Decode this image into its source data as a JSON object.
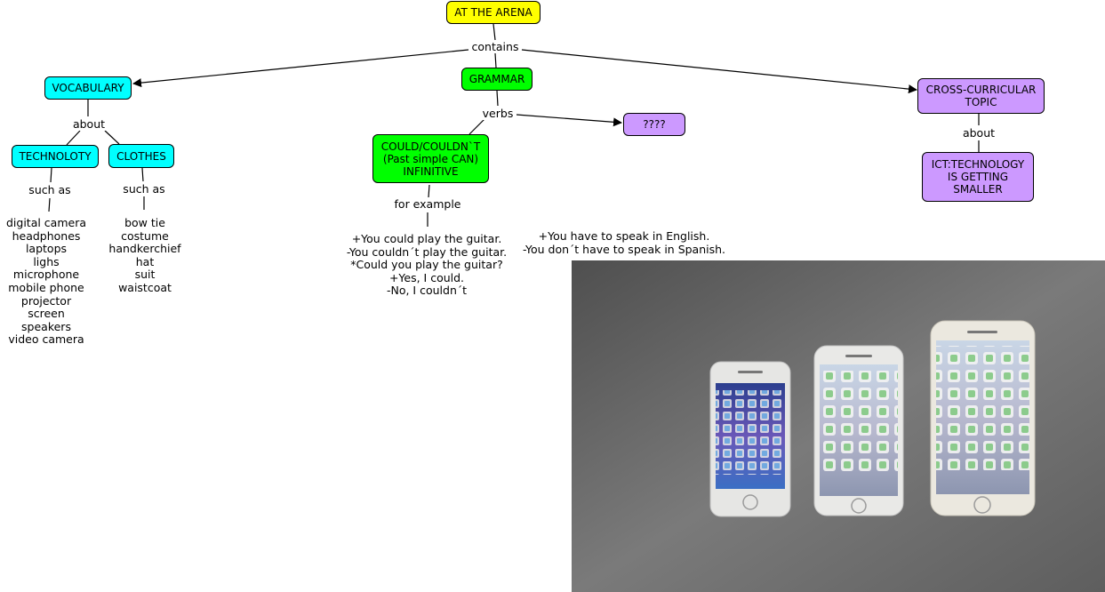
{
  "colors": {
    "root": "#ffff00",
    "vocab": "#00ffff",
    "grammar": "#00ff00",
    "cross": "#cc99ff",
    "line": "#000000"
  },
  "nodes": {
    "root": "AT THE ARENA",
    "vocabulary": "VOCABULARY",
    "grammar": "GRAMMAR",
    "cross": "CROSS-CURRICULAR\nTOPIC",
    "technology": "TECHNOLOTY",
    "clothes": "CLOTHES",
    "could": "COULD/COULDN`T\n(Past simple CAN)\nINFINITIVE",
    "unknown": "????",
    "ict": "ICT:TECHNOLOGY\nIS GETTING\nSMALLER"
  },
  "links": {
    "contains": "contains",
    "about_vocab": "about",
    "about_cross": "about",
    "such_as_tech": "such as",
    "such_as_clothes": "such as",
    "verbs": "verbs",
    "for_example": "for example"
  },
  "lists": {
    "technology": [
      "digital camera",
      "headphones",
      "laptops",
      "lighs",
      "microphone",
      "mobile phone",
      "projector",
      "screen",
      "speakers",
      "video camera"
    ],
    "clothes": [
      "bow tie",
      "costume",
      "handkerchief",
      "hat",
      "suit",
      "waistcoat"
    ],
    "could_examples": [
      "+You could play the guitar.",
      "-You couldn´t play the guitar.",
      "*Could you play the guitar?",
      "+Yes, I could.",
      "-No, I couldn´t"
    ],
    "have_to_examples": [
      "+You have to speak in English.",
      "-You don´t have to speak in Spanish."
    ]
  },
  "photo": {
    "subject": "three-smartphones-photo"
  }
}
